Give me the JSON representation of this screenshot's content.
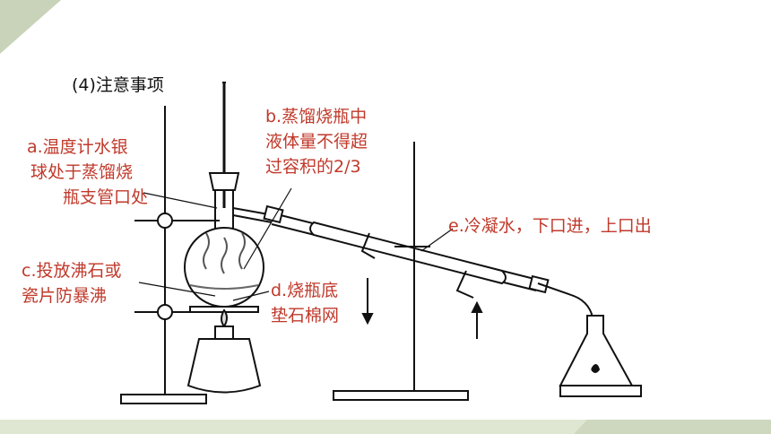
{
  "title": "(4)注意事项",
  "labels": {
    "a": [
      "a.温度计水银",
      "球处于蒸馏烧",
      "瓶支管口处"
    ],
    "b": [
      "b.蒸馏烧瓶中",
      "液体量不得超",
      "过容积的2/3"
    ],
    "c": [
      "c.投放沸石或",
      "瓷片防暴沸"
    ],
    "d": [
      "d.烧瓶底",
      "垫石棉网"
    ],
    "e": [
      "e.冷凝水，下口进，上口出"
    ]
  },
  "colors": {
    "label": "#c0392b",
    "corner": "#c9d3b9",
    "band": "#dfe6d2"
  }
}
